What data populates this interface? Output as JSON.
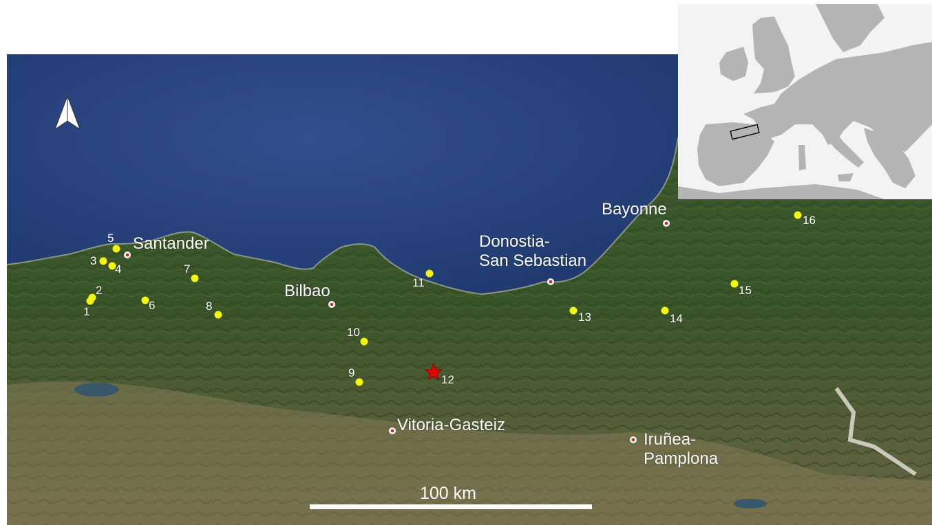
{
  "map": {
    "colors": {
      "sea": "#2e4a86",
      "land": "#3e5a2e",
      "site_marker": "#f4f40e",
      "study_site": "#e60000",
      "city_marker": "#ffffff",
      "city_dot": "#d21e1e",
      "inset_land": "#b4b4b4",
      "inset_sea": "#f3f3f3"
    },
    "north_arrow": {
      "icon": "north-arrow-icon"
    },
    "cities": [
      {
        "name": "Santander"
      },
      {
        "name": "Bilbao"
      },
      {
        "name": "Donostia-",
        "name2": "San Sebastian"
      },
      {
        "name": "Bayonne"
      },
      {
        "name": "Vitoria-Gasteiz"
      },
      {
        "name": "Iruñea-",
        "name2": "Pamplona"
      }
    ],
    "sites": [
      {
        "label": "1"
      },
      {
        "label": "2"
      },
      {
        "label": "3"
      },
      {
        "label": "4"
      },
      {
        "label": "5"
      },
      {
        "label": "6"
      },
      {
        "label": "7"
      },
      {
        "label": "8"
      },
      {
        "label": "9"
      },
      {
        "label": "10"
      },
      {
        "label": "11"
      },
      {
        "label": "12",
        "study_site": true
      },
      {
        "label": "13"
      },
      {
        "label": "14"
      },
      {
        "label": "15"
      },
      {
        "label": "16"
      }
    ],
    "scale_bar": {
      "label": "100 km"
    },
    "inset": {
      "description_icon": "europe-locator-inset",
      "extent_box": "study-area-rectangle"
    }
  }
}
